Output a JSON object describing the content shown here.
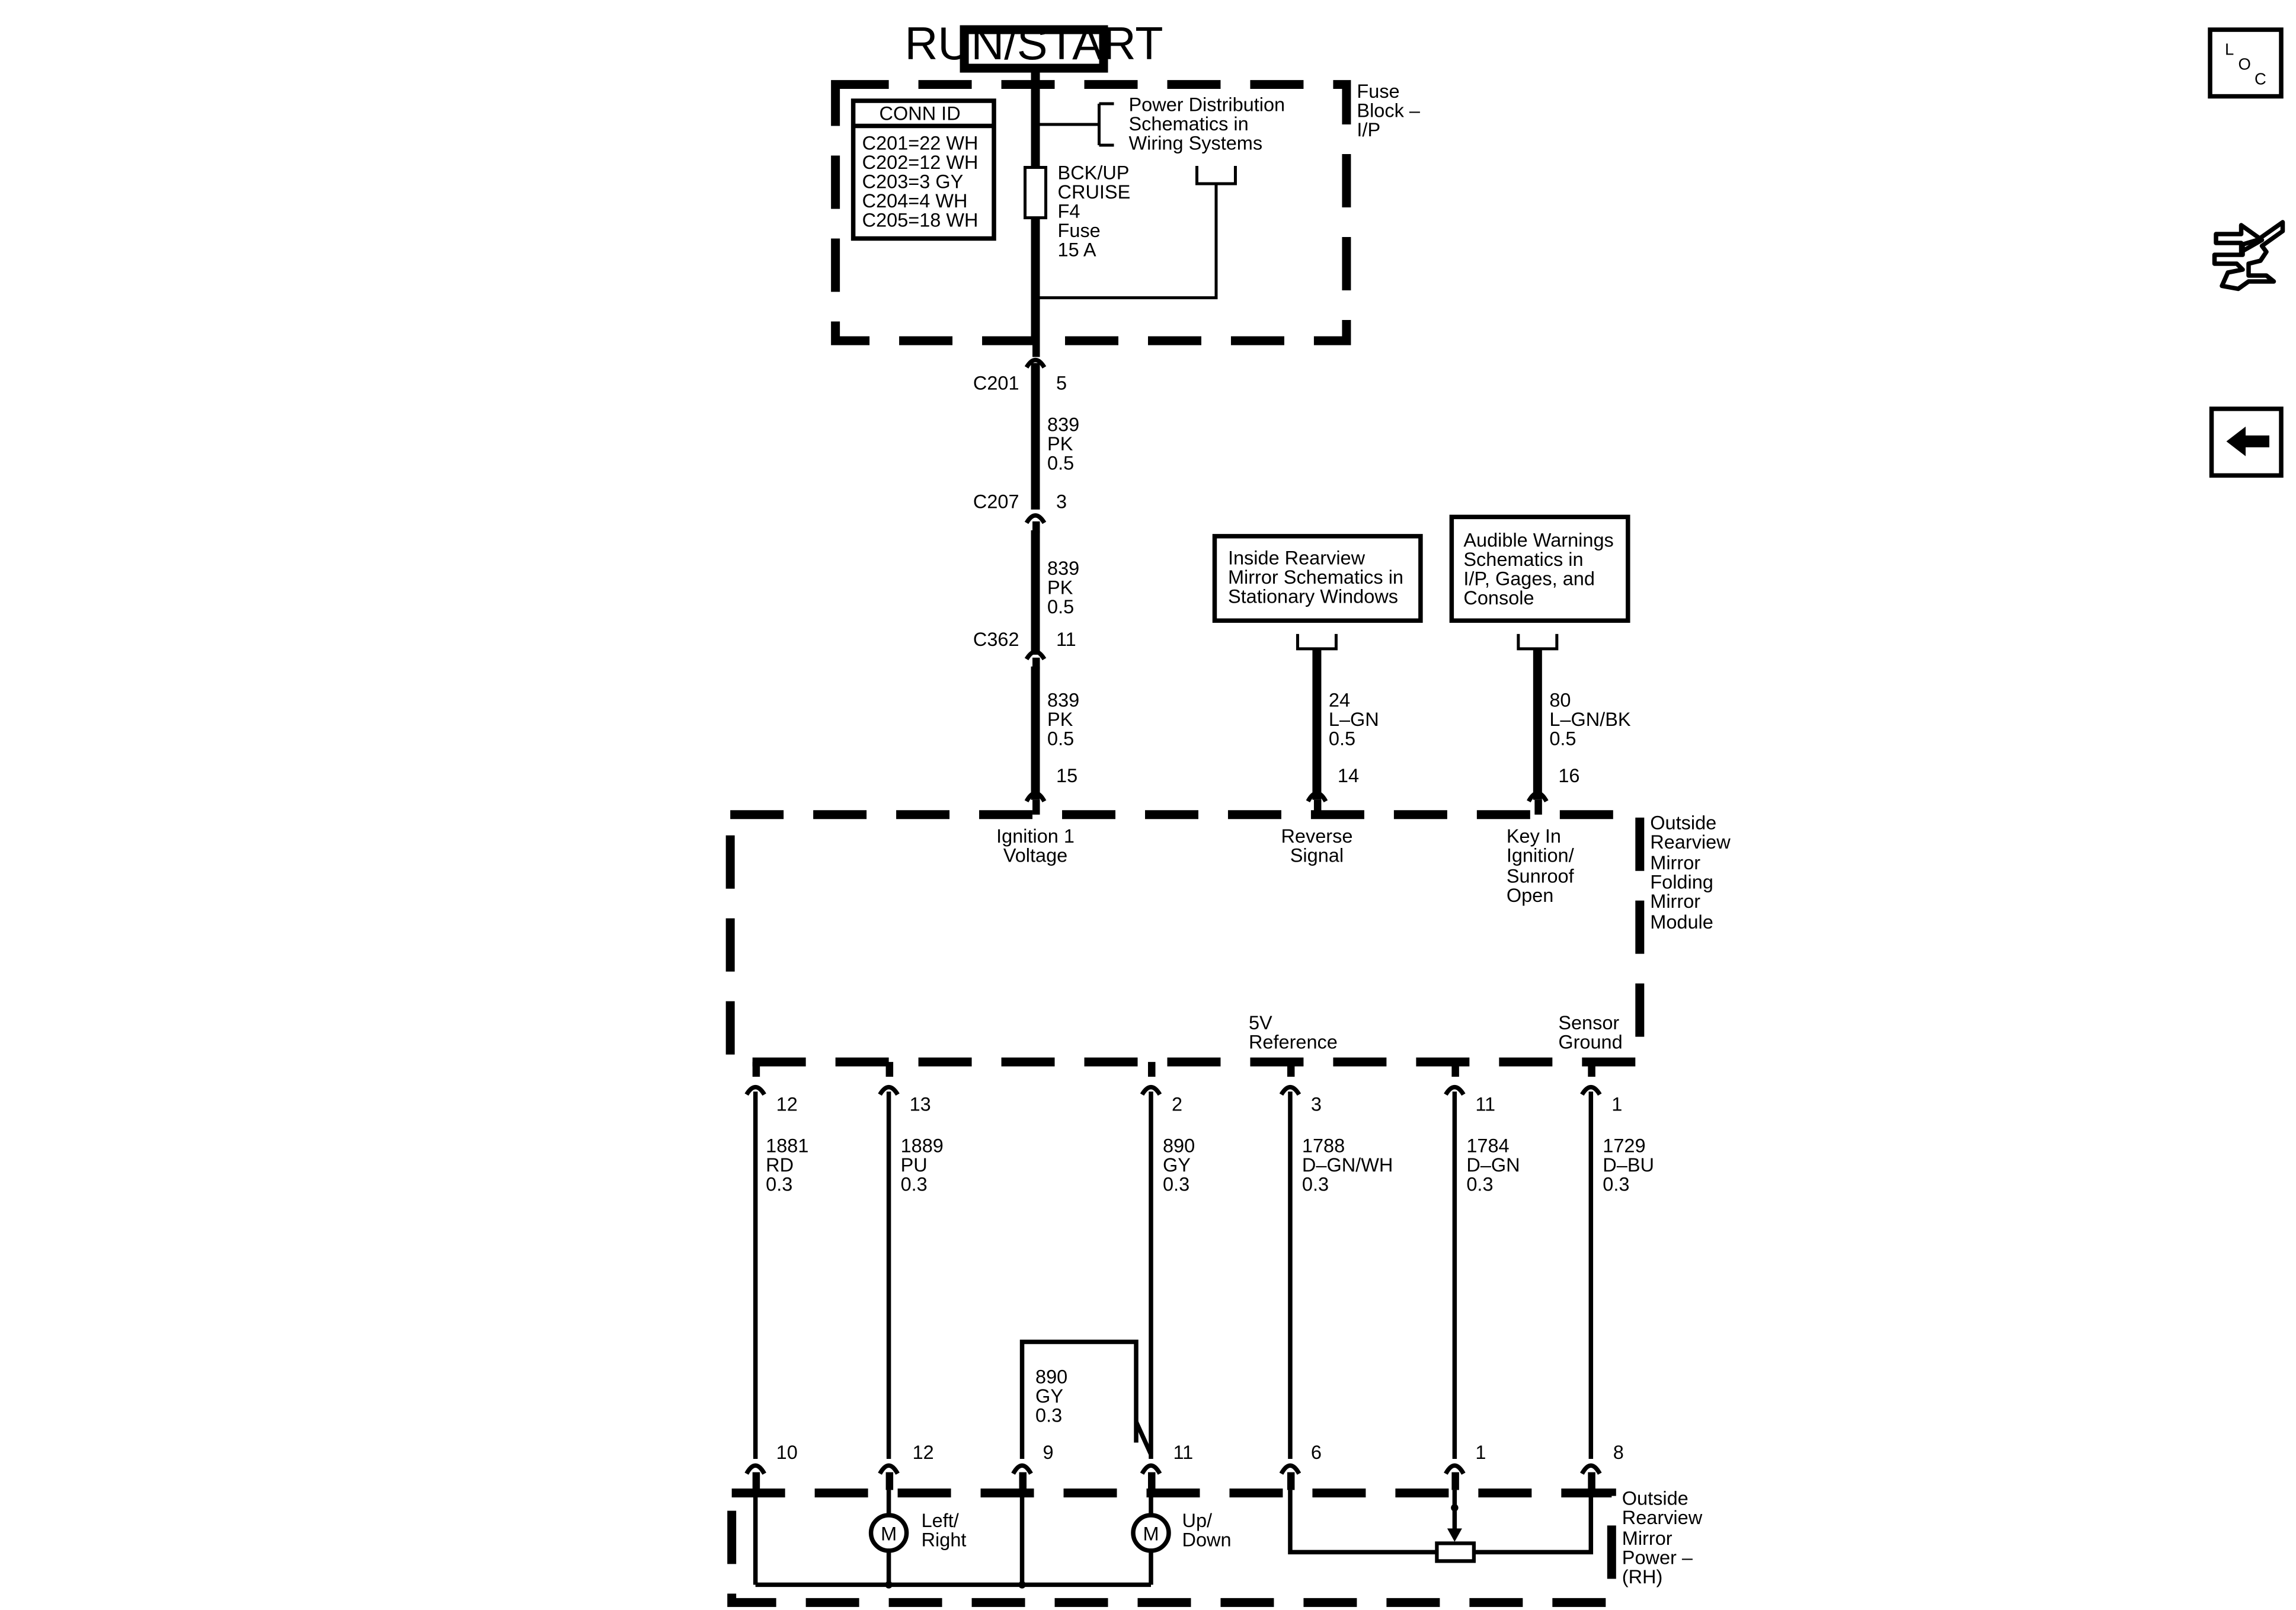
{
  "supply": {
    "label": "RUN/START"
  },
  "fuse_block": {
    "label": [
      "Fuse",
      "Block –",
      "I/P"
    ],
    "conn_id": {
      "title": "CONN ID",
      "entries": [
        "C201=22 WH",
        "C202=12 WH",
        "C203=3 GY",
        "C204=4 WH",
        "C205=18 WH"
      ]
    },
    "ref": [
      "Power Distribution",
      "Schematics in",
      "Wiring Systems"
    ],
    "fuse": [
      "BCK/UP",
      "CRUISE",
      "F4",
      "Fuse",
      "15 A"
    ]
  },
  "inline_connectors": [
    {
      "name": "C201",
      "pin": "5"
    },
    {
      "name": "C207",
      "pin": "3"
    },
    {
      "name": "C362",
      "pin": "11"
    }
  ],
  "feed_wire_segments": [
    [
      "839",
      "PK",
      "0.5"
    ],
    [
      "839",
      "PK",
      "0.5"
    ],
    [
      "839",
      "PK",
      "0.5"
    ]
  ],
  "ref_boxes": [
    {
      "lines": [
        "Inside Rearview",
        "Mirror Schematics in",
        "Stationary Windows"
      ]
    },
    {
      "lines": [
        "Audible Warnings",
        "Schematics in",
        "I/P, Gages, and",
        "Console"
      ]
    }
  ],
  "module": {
    "label": [
      "Outside",
      "Rearview",
      "Mirror",
      "Folding",
      "Mirror",
      "Module"
    ],
    "top_pins": [
      {
        "pin": "15",
        "wire": null,
        "function": [
          "Ignition 1",
          "Voltage"
        ]
      },
      {
        "pin": "14",
        "wire": [
          "24",
          "L–GN",
          "0.5"
        ],
        "function": [
          "Reverse",
          "Signal"
        ]
      },
      {
        "pin": "16",
        "wire": [
          "80",
          "L–GN/BK",
          "0.5"
        ],
        "function": [
          "Key In",
          "Ignition/",
          "Sunroof",
          "Open"
        ]
      }
    ],
    "bottom_functions": [
      {
        "lines": [
          "5V",
          "Reference"
        ]
      },
      {
        "lines": [
          "Sensor",
          "Ground"
        ]
      }
    ],
    "bottom_pins": [
      {
        "pin": "12",
        "wire": [
          "1881",
          "RD",
          "0.3"
        ]
      },
      {
        "pin": "13",
        "wire": [
          "1889",
          "PU",
          "0.3"
        ]
      },
      {
        "pin": "2",
        "wire": [
          "890",
          "GY",
          "0.3"
        ]
      },
      {
        "pin": "3",
        "wire": [
          "1788",
          "D–GN/WH",
          "0.3"
        ]
      },
      {
        "pin": "11",
        "wire": [
          "1784",
          "D–GN",
          "0.3"
        ]
      },
      {
        "pin": "1",
        "wire": [
          "1729",
          "D–BU",
          "0.3"
        ]
      }
    ]
  },
  "jumper_wire": [
    "890",
    "GY",
    "0.3"
  ],
  "mirror": {
    "label": [
      "Outside",
      "Rearview",
      "Mirror",
      "Power –",
      "(RH)"
    ],
    "pins": [
      "10",
      "12",
      "9",
      "11",
      "6",
      "1",
      "8"
    ],
    "motor_symbol": "M",
    "motors": [
      {
        "lines": [
          "Left/",
          "Right"
        ]
      },
      {
        "lines": [
          "Up/",
          "Down"
        ]
      }
    ]
  },
  "nav": {
    "loc": {
      "letters": [
        "L",
        "O",
        "C"
      ],
      "icon": "location-icon"
    },
    "connector_icon": "harness-connector-icon",
    "back_icon": "back-arrow-icon"
  }
}
